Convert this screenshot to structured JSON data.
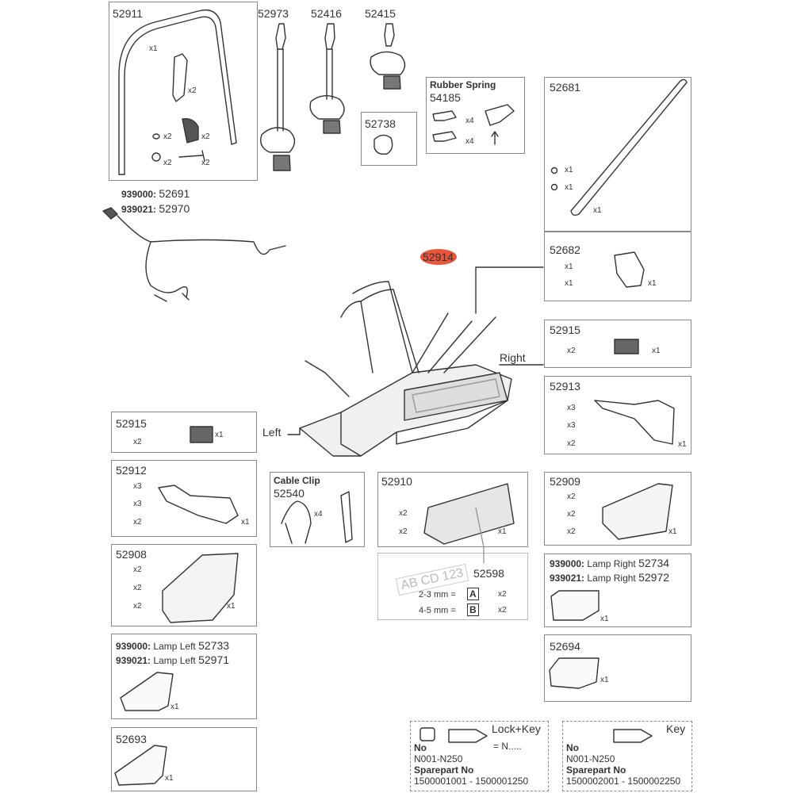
{
  "top_parts": {
    "p52911": {
      "number": "52911",
      "qty_frame": "x1",
      "qty_bracket": "x2",
      "qty_nut": "x2",
      "qty_cap": "x2",
      "qty_spacer": "x2",
      "qty_bolt": "x2"
    },
    "p52973": {
      "number": "52973"
    },
    "p52416": {
      "number": "52416"
    },
    "p52415": {
      "number": "52415"
    },
    "p52738": {
      "number": "52738"
    },
    "rubber_spring": {
      "title": "Rubber Spring",
      "number": "54185",
      "qty_a": "x4",
      "qty_b": "x4"
    },
    "p52681": {
      "number": "52681",
      "qty_nut": "x1",
      "qty_screw": "x1",
      "qty_arm": "x1"
    }
  },
  "cable": {
    "line1_code": "939000:",
    "line1_part": "52691",
    "line2_code": "939021:",
    "line2_part": "52970"
  },
  "highlight": {
    "number": "52914",
    "color": "#e8553a"
  },
  "center": {
    "right_label": "Right",
    "left_label": "Left"
  },
  "right_boxes": {
    "p52682": {
      "number": "52682",
      "qty_nut": "x1",
      "qty_screw": "x1",
      "qty_part": "x1"
    },
    "p52915r": {
      "number": "52915",
      "qty_screw": "x2",
      "qty_part": "x1"
    },
    "p52913": {
      "number": "52913",
      "qty_a": "x3",
      "qty_b": "x3",
      "qty_c": "x2",
      "qty_part": "x1"
    },
    "p52909": {
      "number": "52909",
      "qty_a": "x2",
      "qty_b": "x2",
      "qty_c": "x2",
      "qty_part": "x1"
    },
    "lamp_right": {
      "code1": "939000:",
      "label1": "Lamp Right",
      "part1": "52734",
      "code2": "939021:",
      "label2": "Lamp Right",
      "part2": "52972",
      "qty": "x1"
    },
    "p52694": {
      "number": "52694",
      "qty": "x1"
    }
  },
  "left_boxes": {
    "p52915l": {
      "number": "52915",
      "qty_screw": "x2",
      "qty_part": "x1"
    },
    "p52912": {
      "number": "52912",
      "qty_a": "x3",
      "qty_b": "x3",
      "qty_c": "x2",
      "qty_part": "x1"
    },
    "p52908": {
      "number": "52908",
      "qty_a": "x2",
      "qty_b": "x2",
      "qty_c": "x2",
      "qty_part": "x1"
    },
    "lamp_left": {
      "code1": "939000:",
      "label1": "Lamp Left",
      "part1": "52733",
      "code2": "939021:",
      "label2": "Lamp Left",
      "part2": "52971",
      "qty": "x1"
    },
    "p52693": {
      "number": "52693",
      "qty": "x1"
    }
  },
  "middle_boxes": {
    "cable_clip": {
      "title": "Cable Clip",
      "number": "52540",
      "qty": "x4"
    },
    "p52910": {
      "number": "52910",
      "qty_a": "x2",
      "qty_b": "x2",
      "qty_part": "x1"
    },
    "p52598": {
      "number": "52598",
      "plate_text": "AB CD 123",
      "row_a_label": "2-3 mm =",
      "row_a_key": "A",
      "row_a_qty": "x2",
      "row_b_label": "4-5 mm =",
      "row_b_key": "B",
      "row_b_qty": "x2"
    }
  },
  "lock_key": {
    "title": "Lock+Key",
    "no_label": "No",
    "no_value": "N001-N250",
    "eq_label": "= N.....",
    "spare_label": "Sparepart No",
    "spare_value": "1500001001 - 1500001250"
  },
  "key": {
    "title": "Key",
    "no_label": "No",
    "no_value": "N001-N250",
    "spare_label": "Sparepart No",
    "spare_value": "1500002001 - 1500002250"
  }
}
